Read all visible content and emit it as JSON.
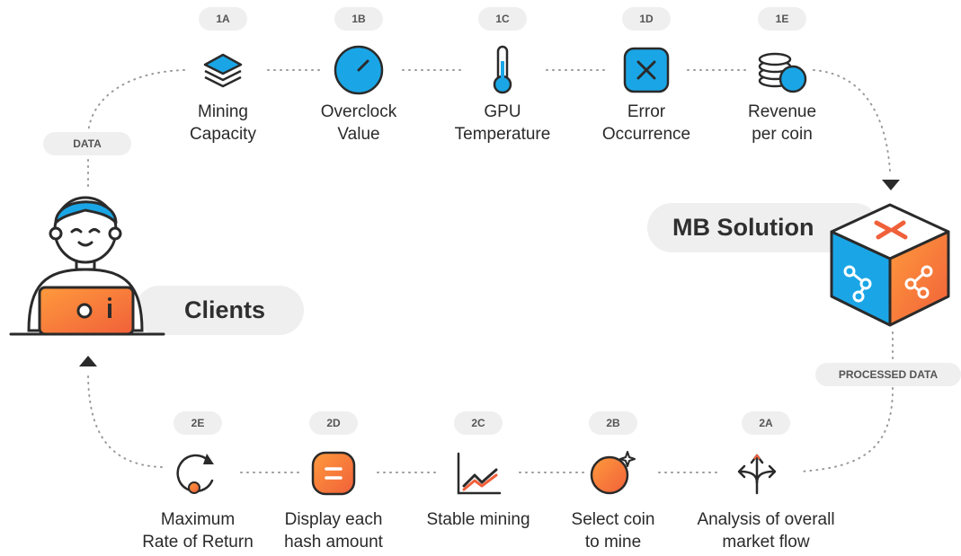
{
  "top_flow": {
    "data_label": "DATA",
    "steps": [
      {
        "tag": "1A",
        "line1": "Mining",
        "line2": "Capacity",
        "icon": "layers-icon"
      },
      {
        "tag": "1B",
        "line1": "Overclock",
        "line2": "Value",
        "icon": "gauge-icon"
      },
      {
        "tag": "1C",
        "line1": "GPU",
        "line2": "Temperature",
        "icon": "thermometer-icon"
      },
      {
        "tag": "1D",
        "line1": "Error",
        "line2": "Occurrence",
        "icon": "error-x-icon"
      },
      {
        "tag": "1E",
        "line1": "Revenue",
        "line2": "per coin",
        "icon": "coins-icon"
      }
    ]
  },
  "solution": {
    "label": "MB Solution",
    "icon": "cube-logo-icon"
  },
  "processed_label": "PROCESSED DATA",
  "clients": {
    "label": "Clients",
    "icon": "client-person-icon"
  },
  "bottom_flow": {
    "steps": [
      {
        "tag": "2E",
        "line1": "Maximum",
        "line2": "Rate of Return",
        "icon": "refresh-circle-icon"
      },
      {
        "tag": "2D",
        "line1": "Display each",
        "line2": "hash amount",
        "icon": "equals-icon"
      },
      {
        "tag": "2C",
        "line1": "Stable mining",
        "line2": "",
        "icon": "line-chart-icon"
      },
      {
        "tag": "2B",
        "line1": "Select coin",
        "line2": "to mine",
        "icon": "coin-sparkle-icon"
      },
      {
        "tag": "2A",
        "line1": "Analysis of overall",
        "line2": "market flow",
        "icon": "split-arrows-icon"
      }
    ]
  },
  "colors": {
    "blue": "#1aa6e6",
    "orange_light": "#ff9a3c",
    "orange_dark": "#f0603a",
    "dark": "#2a2a2a"
  }
}
